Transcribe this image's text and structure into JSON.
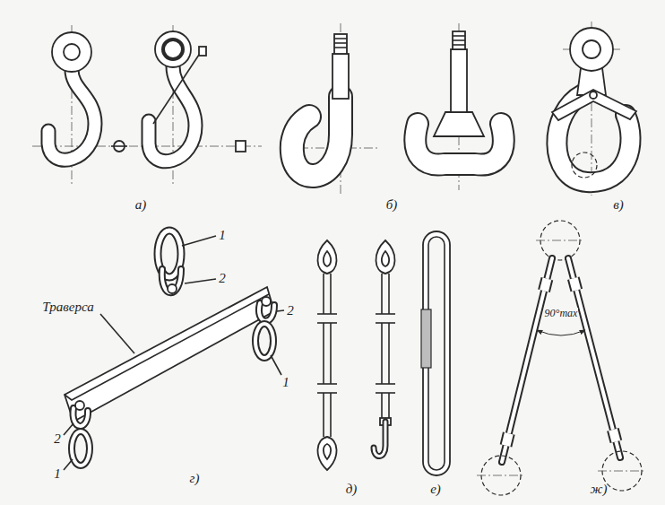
{
  "diagram": {
    "labels": [
      "а)",
      "б)",
      "в)",
      "г)",
      "д)",
      "е)",
      "ж)",
      "Траверса",
      "1",
      "2",
      "2",
      "1",
      "2",
      "1",
      "90°max"
    ]
  }
}
